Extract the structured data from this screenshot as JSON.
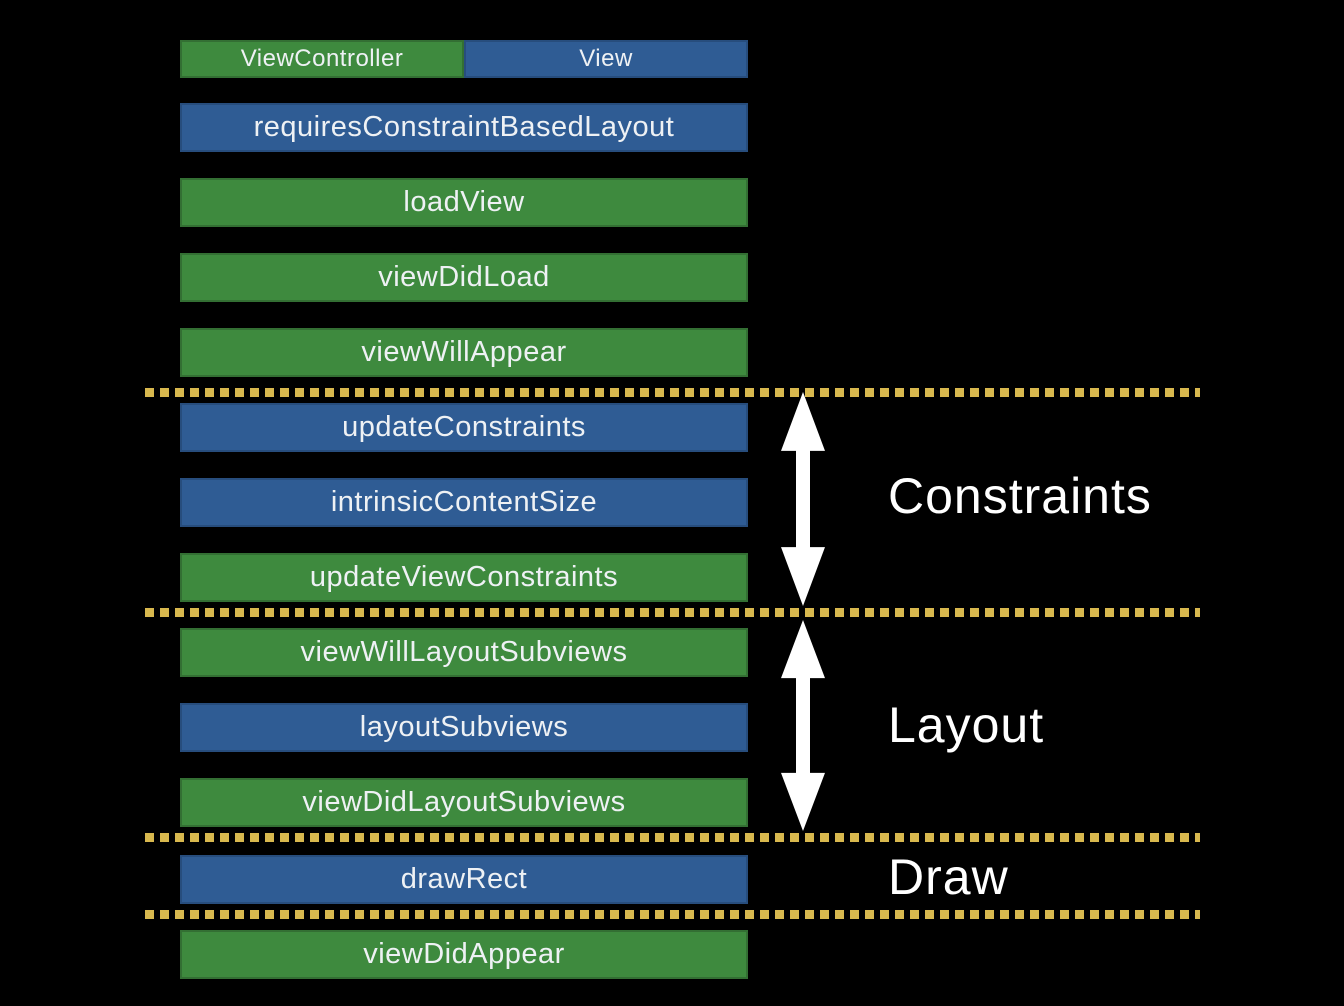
{
  "colors": {
    "background": "#000000",
    "viewcontroller_green": "#3e8a3e",
    "viewcontroller_border": "#336f33",
    "view_blue": "#2f5c94",
    "view_border": "#274d7d",
    "divider_yellow": "#d8b84e",
    "text_white": "#eef1f4",
    "arrow_white": "#ffffff"
  },
  "legend": {
    "viewcontroller_label": "ViewController",
    "view_label": "View"
  },
  "icons": {
    "phase_extent_arrow": "double-headed-vertical-arrow"
  },
  "bars": [
    {
      "label": "requiresConstraintBasedLayout",
      "owner": "view"
    },
    {
      "label": "loadView",
      "owner": "viewcontroller"
    },
    {
      "label": "viewDidLoad",
      "owner": "viewcontroller"
    },
    {
      "label": "viewWillAppear",
      "owner": "viewcontroller"
    },
    {
      "label": "updateConstraints",
      "owner": "view"
    },
    {
      "label": "intrinsicContentSize",
      "owner": "view"
    },
    {
      "label": "updateViewConstraints",
      "owner": "viewcontroller"
    },
    {
      "label": "viewWillLayoutSubviews",
      "owner": "viewcontroller"
    },
    {
      "label": "layoutSubviews",
      "owner": "view"
    },
    {
      "label": "viewDidLayoutSubviews",
      "owner": "viewcontroller"
    },
    {
      "label": "drawRect",
      "owner": "view"
    },
    {
      "label": "viewDidAppear",
      "owner": "viewcontroller"
    }
  ],
  "phases": [
    {
      "label": "Constraints"
    },
    {
      "label": "Layout"
    },
    {
      "label": "Draw"
    }
  ]
}
